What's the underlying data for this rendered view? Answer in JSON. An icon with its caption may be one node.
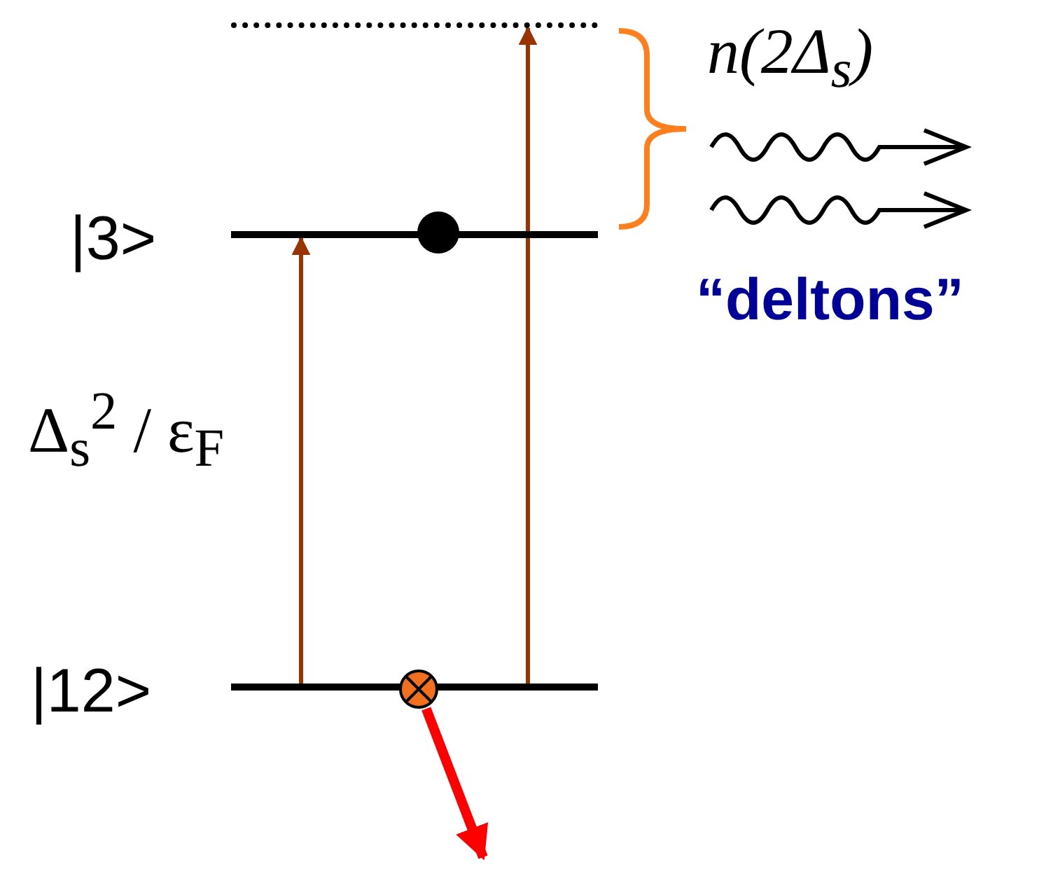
{
  "diagram": {
    "nodes": [
      {
        "text": [],
        "shape": "bar"
      },
      {
        "text": [],
        "shape": "bar",
        "beside": [
          "|3>"
        ]
      },
      {
        "text": [],
        "shape": "bar",
        "beside": [
          "|12>"
        ]
      },
      {
        "text": [],
        "shape": "circle"
      }
    ],
    "edges": [
      {
        "from": 2,
        "to": 1,
        "arrow": "to"
      },
      {
        "from": 2,
        "to": 0,
        "arrow": "to"
      },
      {
        "from": 3,
        "to": null,
        "arrow": "to",
        "style": "thick",
        "color": "#ff0000"
      }
    ],
    "labels": [
      "n(2Δ$_{s}$)",
      "“deltons”",
      "Δ$_{s}$$^{2}$ / ε$_{F}$"
    ]
  }
}
